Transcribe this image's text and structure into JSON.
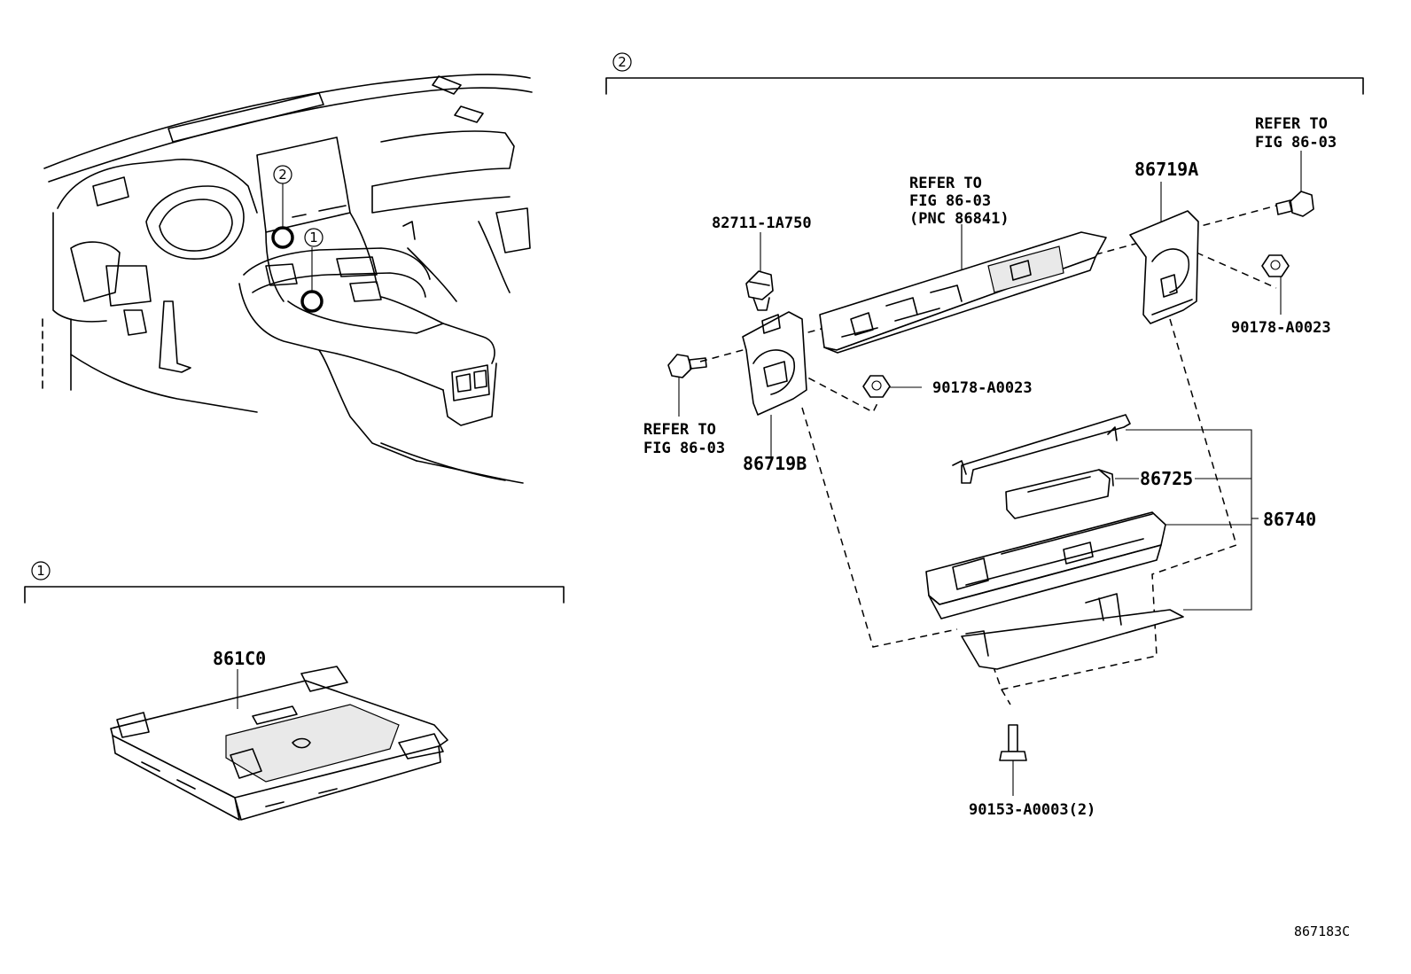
{
  "callouts": {
    "one": "1",
    "two": "2"
  },
  "labels": {
    "p82711": "82711-1A750",
    "refer_top_center_1": "REFER TO",
    "refer_top_center_2": "FIG 86-03",
    "refer_top_center_3": "(PNC 86841)",
    "p86719a": "86719A",
    "refer_top_right_1": "REFER TO",
    "refer_top_right_2": "FIG 86-03",
    "p90178_right": "90178-A0023",
    "p90178_mid": "90178-A0023",
    "refer_left_1": "REFER TO",
    "refer_left_2": "FIG 86-03",
    "p86719b": "86719B",
    "p86725": "86725",
    "p86740": "86740",
    "p90153": "90153-A0003(2)",
    "p861c0": "861C0",
    "figure_code": "867183C"
  },
  "colors": {
    "line": "#000000",
    "background": "#ffffff"
  }
}
